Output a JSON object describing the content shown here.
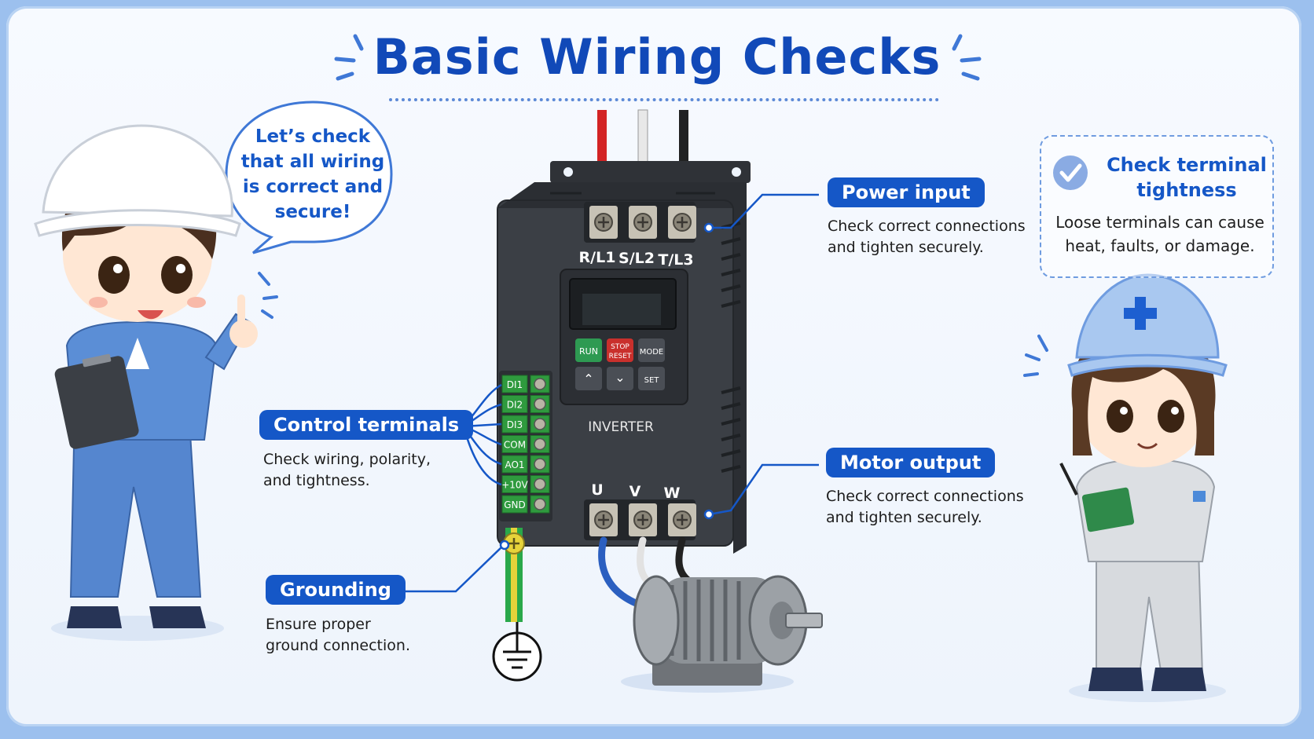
{
  "title": "Basic Wiring Checks",
  "bubble": "Let’s check that all wiring is correct and secure!",
  "tip": {
    "title": "Check terminal tightness",
    "text": "Loose terminals can cause heat, faults, or damage."
  },
  "callouts": {
    "power_input": {
      "label": "Power input",
      "desc_line1": "Check correct connections",
      "desc_line2": "and tighten securely."
    },
    "control_terminals": {
      "label": "Control terminals",
      "desc_line1": "Check wiring, polarity,",
      "desc_line2": "and tightness."
    },
    "grounding": {
      "label": "Grounding",
      "desc_line1": "Ensure proper",
      "desc_line2": "ground connection."
    },
    "motor_output": {
      "label": "Motor output",
      "desc_line1": "Check correct connections",
      "desc_line2": "and tighten securely."
    }
  },
  "inverter": {
    "name": "INVERTER",
    "input_terminals": [
      "R/L1",
      "S/L2",
      "T/L3"
    ],
    "output_terminals": [
      "U",
      "V",
      "W"
    ],
    "control_terminals": [
      "DI1",
      "DI2",
      "DI3",
      "COM",
      "AO1",
      "+10V",
      "GND"
    ],
    "keys": {
      "run": "RUN",
      "stop_line1": "STOP",
      "stop_line2": "RESET",
      "mode": "MODE",
      "set": "SET"
    }
  },
  "colors": {
    "accent": "#1557c7",
    "title": "#1149b8",
    "inverter_body": "#3b3f45",
    "terminal_green": "#2f9a3e",
    "run_key": "#2e9a52",
    "stop_key": "#c9302c"
  }
}
